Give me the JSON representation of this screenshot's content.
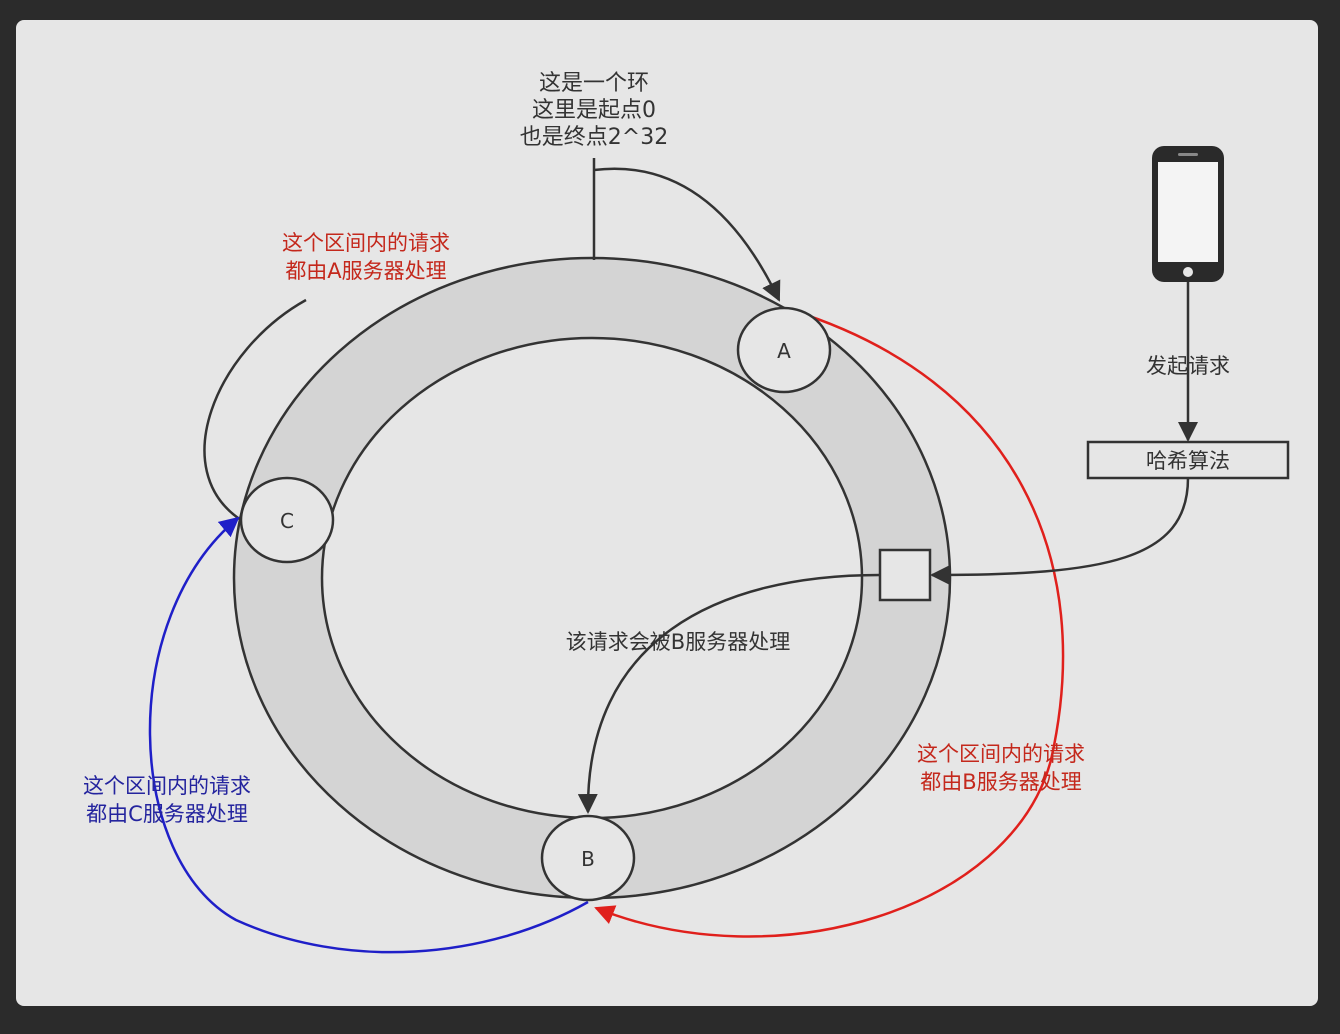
{
  "colors": {
    "background": "#2b2b2b",
    "canvas": "#e6e6e6",
    "ring_fill": "#d4d4d4",
    "stroke": "#333333",
    "a_arrow": "#333333",
    "b_arrow": "#e0201c",
    "c_arrow": "#1f1fc8",
    "label_red": "#c4281c",
    "label_blue": "#24249e"
  },
  "title_note": {
    "line1": "这是一个环",
    "line2": "这里是起点0",
    "line3": "也是终点2^32"
  },
  "nodes": {
    "a": "A",
    "b": "B",
    "c": "C"
  },
  "range_a": {
    "line1": "这个区间内的请求",
    "line2": "都由A服务器处理"
  },
  "range_b": {
    "line1": "这个区间内的请求",
    "line2": "都由B服务器处理"
  },
  "range_c": {
    "line1": "这个区间内的请求",
    "line2": "都由C服务器处理"
  },
  "request_label": "发起请求",
  "hash_label": "哈希算法",
  "handled_label": "该请求会被B服务器处理",
  "icons": [
    "phone-icon"
  ]
}
